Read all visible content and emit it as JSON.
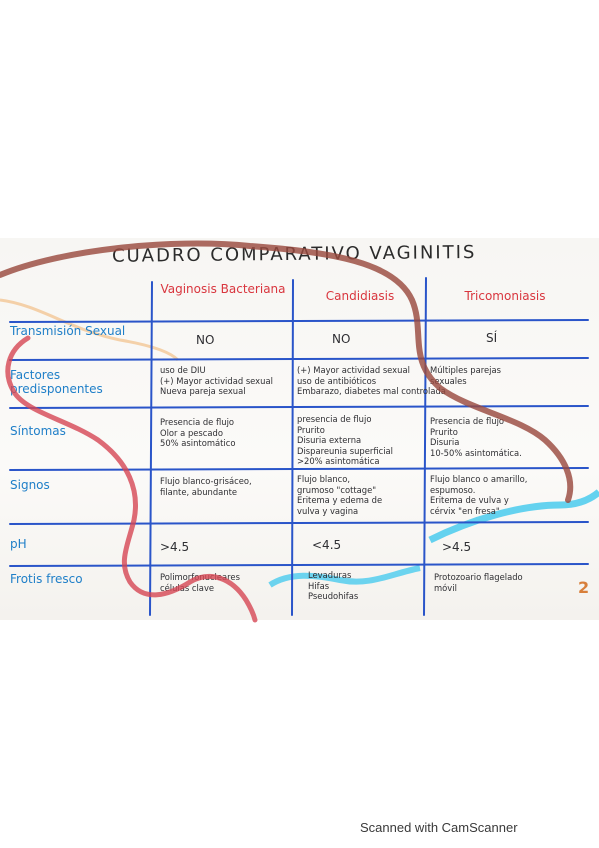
{
  "title": "CUADRO COMPARATIVO VAGINITIS",
  "columns": [
    "Vaginosis Bacteriana",
    "Candidiasis",
    "Tricomoniasis"
  ],
  "rows": [
    {
      "label": "Transmisión Sexual",
      "cells": [
        [
          "NO"
        ],
        [
          "NO"
        ],
        [
          "SÍ"
        ]
      ]
    },
    {
      "label": "Factores predisponentes",
      "cells": [
        [
          "uso de DIU",
          "(+) Mayor actividad sexual",
          "Nueva pareja sexual"
        ],
        [
          "(+) Mayor actividad sexual",
          "uso de antibióticos",
          "Embarazo, diabetes mal controlada"
        ],
        [
          "Múltiples parejas",
          "sexuales"
        ]
      ]
    },
    {
      "label": "Síntomas",
      "cells": [
        [
          "Presencia de flujo",
          "Olor a pescado",
          "50% asintomático"
        ],
        [
          "presencia de flujo",
          "Prurito",
          "Disuria externa",
          "Dispareunia superficial",
          ">20% asintomática"
        ],
        [
          "Presencia de flujo",
          "Prurito",
          "Disuria",
          "10-50% asintomática."
        ]
      ]
    },
    {
      "label": "Signos",
      "cells": [
        [
          "Flujo blanco-grisáceo,",
          "filante, abundante"
        ],
        [
          "Flujo blanco,",
          "grumoso \"cottage\"",
          "Eritema y edema de",
          "vulva y vagina"
        ],
        [
          "Flujo blanco o amarillo,",
          "espumoso.",
          "Eritema de vulva y",
          "cérvix \"en fresa\""
        ]
      ]
    },
    {
      "label": "pH",
      "cells": [
        [
          ">4.5"
        ],
        [
          "<4.5"
        ],
        [
          ">4.5"
        ]
      ]
    },
    {
      "label": "Frotis fresco",
      "cells": [
        [
          "Polimorfonucleares",
          "células clave"
        ],
        [
          "Levaduras",
          "Hifas",
          "Pseudohifas"
        ],
        [
          "Protozoario flagelado",
          "móvil"
        ]
      ]
    }
  ],
  "page_number": "2",
  "footer": "Scanned with CamScanner",
  "colors": {
    "grid_lines": "#2a55c9",
    "header_text": "#d9363e",
    "row_label_text": "#1f7fc8",
    "body_text": "#2f2f33",
    "brown_stroke": "#9a4a3f",
    "red_stroke": "#d64654",
    "cyan_stroke": "#3ec8ee",
    "orange_stroke": "#f0b06a"
  }
}
